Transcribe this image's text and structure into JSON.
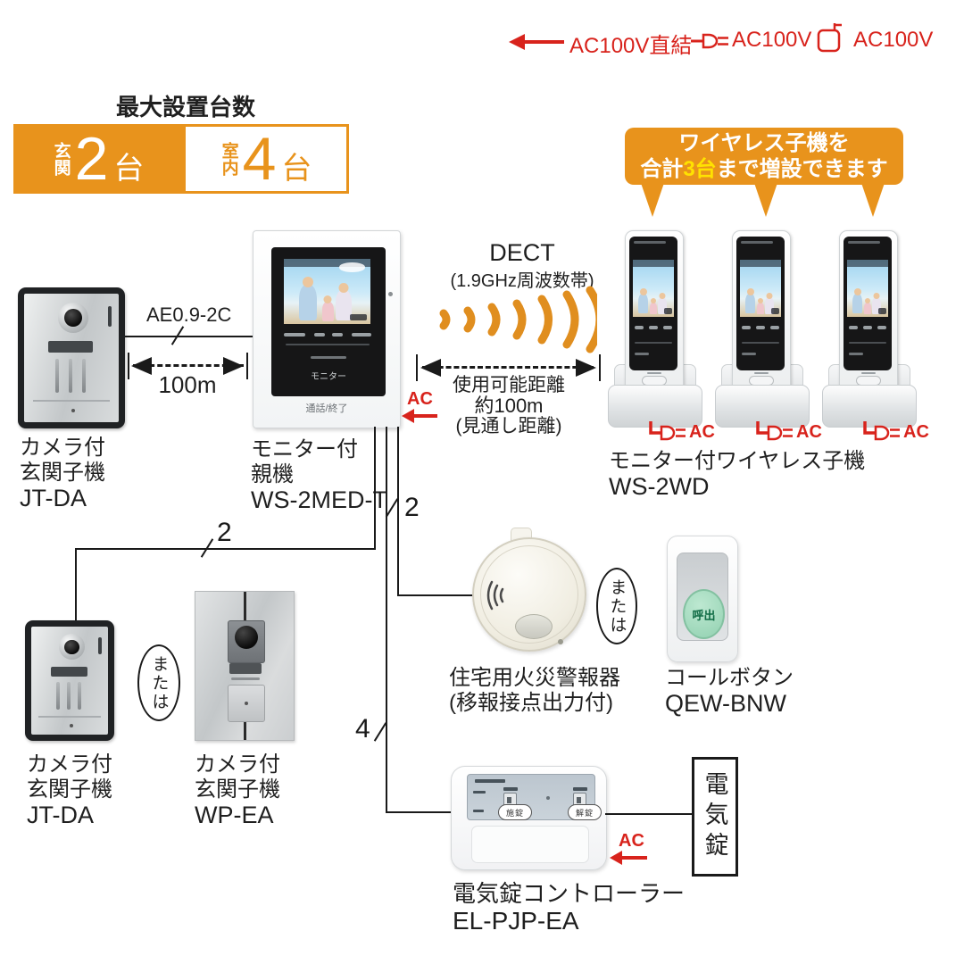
{
  "power": {
    "ac": "AC"
  },
  "legend": {
    "direct_label": "AC100V直結",
    "plug_label": "AC100V",
    "outlet_label": "AC100V"
  },
  "max_units": {
    "title": "最大設置台数",
    "entrance_location": "玄関",
    "entrance_count": "2",
    "entrance_unit": "台",
    "indoor_location": "室内",
    "indoor_count": "4",
    "indoor_unit": "台"
  },
  "banner": {
    "line1": "ワイヤレス子機を",
    "prefix": "合計",
    "highlight": "3台",
    "suffix": "まで増設できます"
  },
  "wiring": {
    "cable_type": "AE0.9-2C",
    "cable_distance": "100m",
    "dect_title": "DECT",
    "dect_band": "(1.9GHz周波数帯)",
    "range_line1": "使用可能距離",
    "range_line2": "約100m",
    "range_line3": "(見通し距離)",
    "count_entrance": "2",
    "count_sensor": "2",
    "count_lock": "4",
    "or_label": "または"
  },
  "devices": {
    "entrance_main": {
      "line1": "カメラ付",
      "line2": "玄関子機",
      "model": "JT-DA"
    },
    "monitor_station": {
      "line1": "モニター付",
      "line2": "親機",
      "model": "WS-2MED-T",
      "monitor_button": "モニター",
      "talk_button": "通話/終了"
    },
    "wireless_handset": {
      "line1": "モニター付ワイヤレス子機",
      "model": "WS-2WD"
    },
    "entrance_sub": {
      "line1": "カメラ付",
      "line2": "玄関子機",
      "model": "JT-DA"
    },
    "entrance_wp": {
      "line1": "カメラ付",
      "line2": "玄関子機",
      "model": "WP-EA"
    },
    "fire_alarm": {
      "line1": "住宅用火災警報器",
      "line2": "(移報接点出力付)"
    },
    "call_button": {
      "line1": "コールボタン",
      "model": "QEW-BNW",
      "button_label": "呼出"
    },
    "lock_controller": {
      "line1": "電気錠コントローラー",
      "model": "EL-PJP-EA",
      "btn_left": "施錠",
      "btn_right": "解錠"
    },
    "electric_lock": {
      "label": "電気錠"
    }
  },
  "colors": {
    "orange": "#E8931C",
    "red": "#D8231C",
    "yellow": "#FFE200"
  }
}
